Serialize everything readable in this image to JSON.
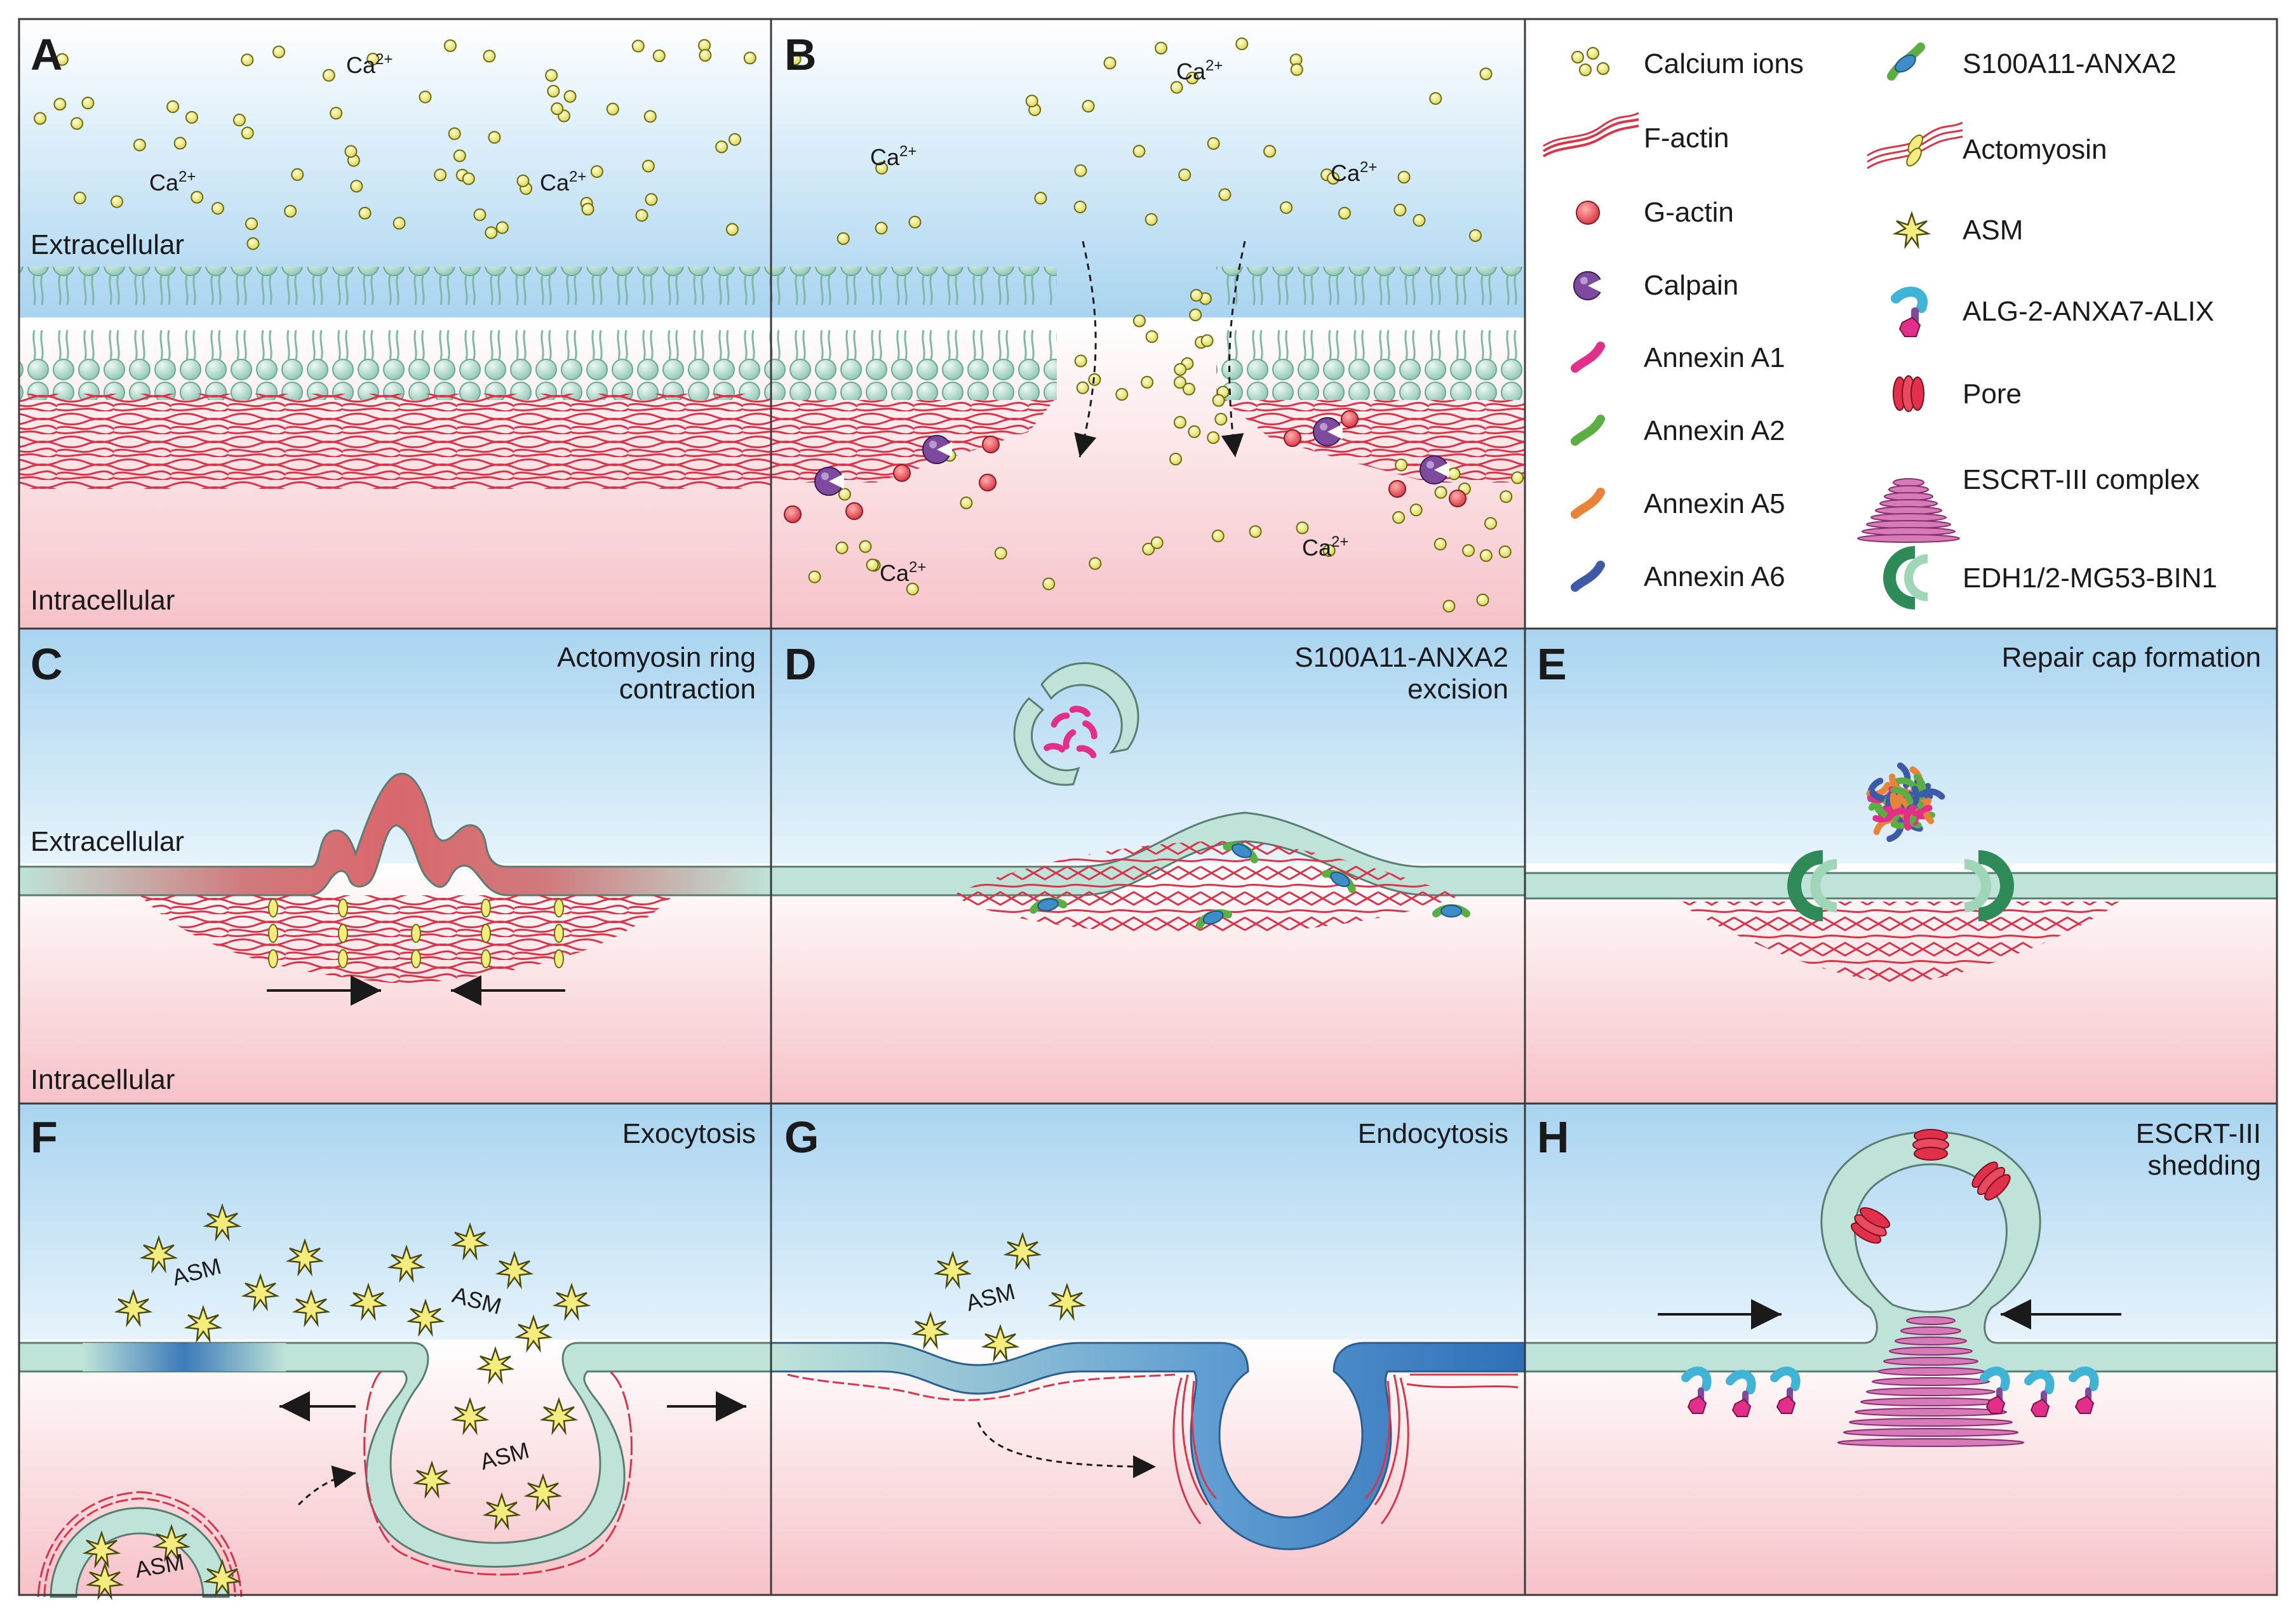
{
  "panels": {
    "A": {
      "label": "A",
      "extracellular": "Extracellular",
      "intracellular": "Intracellular",
      "ca": "Ca2+"
    },
    "B": {
      "label": "B",
      "ca": "Ca2+"
    },
    "C": {
      "label": "C",
      "title_line1": "Actomyosin ring",
      "title_line2": "contraction",
      "extracellular": "Extracellular",
      "intracellular": "Intracellular"
    },
    "D": {
      "label": "D",
      "title_line1": "S100A11-ANXA2",
      "title_line2": "excision"
    },
    "E": {
      "label": "E",
      "title_line1": "Repair cap formation"
    },
    "F": {
      "label": "F",
      "title_line1": "Exocytosis",
      "asm": "ASM"
    },
    "G": {
      "label": "G",
      "title_line1": "Endocytosis",
      "asm": "ASM"
    },
    "H": {
      "label": "H",
      "title_line1": "ESCRT-III",
      "title_line2": "shedding"
    }
  },
  "legend": {
    "left": [
      {
        "icon": "calcium-ions-icon",
        "label": "Calcium ions"
      },
      {
        "icon": "f-actin-icon",
        "label": "F-actin"
      },
      {
        "icon": "g-actin-icon",
        "label": "G-actin"
      },
      {
        "icon": "calpain-icon",
        "label": "Calpain"
      },
      {
        "icon": "annexin-a1-icon",
        "label": "Annexin A1"
      },
      {
        "icon": "annexin-a2-icon",
        "label": "Annexin A2"
      },
      {
        "icon": "annexin-a5-icon",
        "label": "Annexin A5"
      },
      {
        "icon": "annexin-a6-icon",
        "label": "Annexin A6"
      }
    ],
    "right": [
      {
        "icon": "s100a11-anxa2-icon",
        "label": "S100A11-ANXA2"
      },
      {
        "icon": "actomyosin-icon",
        "label": "Actomyosin"
      },
      {
        "icon": "asm-icon",
        "label": "ASM"
      },
      {
        "icon": "alg2-anxa7-alix-icon",
        "label": "ALG-2-ANXA7-ALIX"
      },
      {
        "icon": "pore-icon",
        "label": "Pore"
      },
      {
        "icon": "escrt-iii-complex-icon",
        "label": "ESCRT-III complex"
      },
      {
        "icon": "edh-mg53-bin1-icon",
        "label": "EDH1/2-MG53-BIN1"
      }
    ]
  },
  "colors": {
    "extracellular": "#bfe0f4",
    "intracellular": "#f8d3d6",
    "membrane": "#bfe3d8",
    "actin": "#d8344a",
    "calcium": "#f2ef8a",
    "g_actin": "#e8555f",
    "calpain": "#7d4a9e",
    "annexin_a1": "#e2308a",
    "annexin_a2": "#5aae42",
    "annexin_a5": "#e8843a",
    "annexin_a6": "#3d5aa8",
    "asm": "#f4ec7c",
    "pore": "#e0304a",
    "escrt": "#d77ab8"
  }
}
